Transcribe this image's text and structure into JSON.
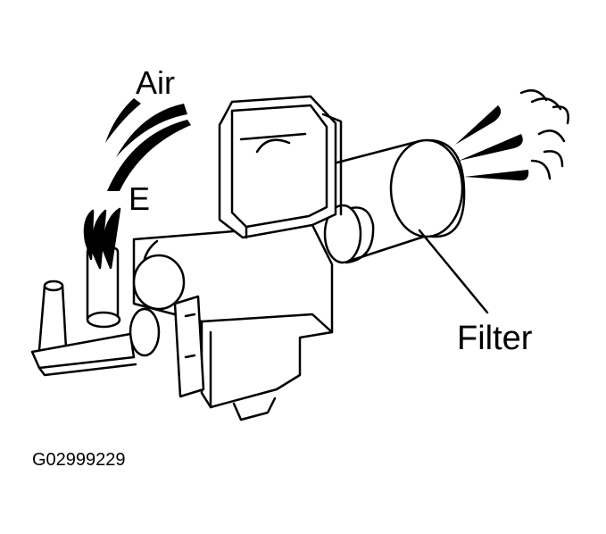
{
  "labels": {
    "air": "Air",
    "exhaust_port": "E",
    "filter": "Filter",
    "figure_id": "G02999229"
  },
  "colors": {
    "line": "#000000",
    "background": "#ffffff"
  },
  "icons": {
    "airflow_in": "curved-arrow-icon",
    "airflow_out": "air-puff-icon"
  }
}
